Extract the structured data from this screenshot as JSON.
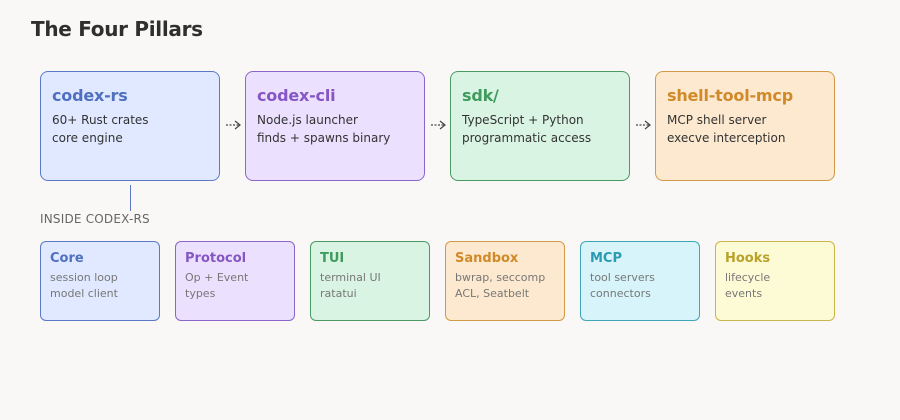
{
  "title": "The Four Pillars",
  "pillars": [
    {
      "name": "codex-rs",
      "lines": [
        "60+ Rust crates",
        "core engine"
      ],
      "color": "#5b79c7"
    },
    {
      "name": "codex-cli",
      "lines": [
        "Node.js launcher",
        "finds + spawns binary"
      ],
      "color": "#8b66c8"
    },
    {
      "name": "sdk/",
      "lines": [
        "TypeScript + Python",
        "programmatic access"
      ],
      "color": "#4a9a66"
    },
    {
      "name": "shell-tool-mcp",
      "lines": [
        "MCP shell server",
        "execve interception"
      ],
      "color": "#d29a48"
    }
  ],
  "section_label": "INSIDE CODEX-RS",
  "modules": [
    {
      "name": "Core",
      "lines": [
        "session loop",
        "model client"
      ],
      "color": "#5b79c7"
    },
    {
      "name": "Protocol",
      "lines": [
        "Op + Event",
        "types"
      ],
      "color": "#8b66c8"
    },
    {
      "name": "TUI",
      "lines": [
        "terminal UI",
        "ratatui"
      ],
      "color": "#4a9a66"
    },
    {
      "name": "Sandbox",
      "lines": [
        "bwrap, seccomp",
        "ACL, Seatbelt"
      ],
      "color": "#d29a48"
    },
    {
      "name": "MCP",
      "lines": [
        "tool servers",
        "connectors"
      ],
      "color": "#3fa6b6"
    },
    {
      "name": "Hooks",
      "lines": [
        "lifecycle",
        "events"
      ],
      "color": "#c9b64a"
    }
  ]
}
